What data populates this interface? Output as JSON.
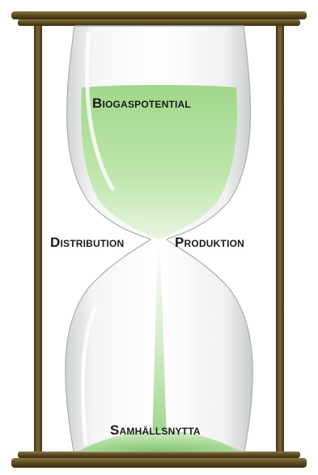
{
  "labels": {
    "top": "Biogaspotential",
    "left": "Distribution",
    "right": "Produktion",
    "bottom": "Samhällsnytta"
  },
  "colors": {
    "frame": "#6b5a2a",
    "frame_dark": "#3e3214",
    "sand": "#8fcf7a",
    "glass": "#eef0f0"
  }
}
